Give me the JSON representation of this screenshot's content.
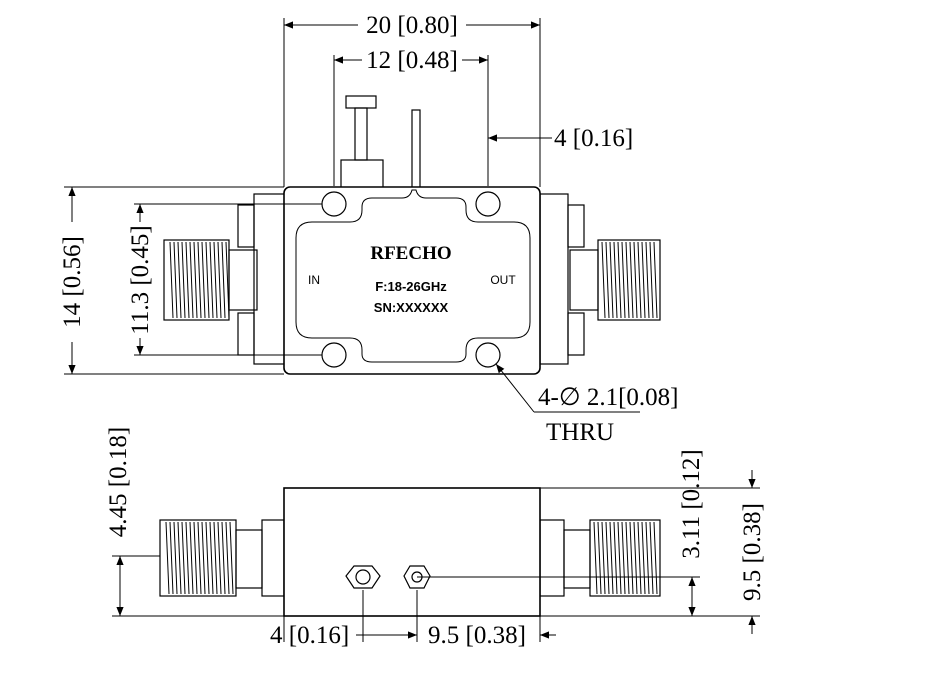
{
  "device": {
    "brand": "RFECHO",
    "frequency": "F:18-26GHz",
    "serial": "SN:XXXXXX",
    "port_in": "IN",
    "port_out": "OUT"
  },
  "dimensions": {
    "overall_length": "20 [0.80]",
    "hole_spacing_x": "12 [0.48]",
    "hole_edge_offset": "4 [0.16]",
    "overall_width": "14 [0.56]",
    "hole_spacing_y": "11.3 [0.45]",
    "hole_callout": "4-∅ 2.1[0.08]",
    "hole_callout_note": "THRU",
    "connector_height": "4.45 [0.18]",
    "pin_height": "3.11 [0.12]",
    "overall_height": "9.5 [0.38]",
    "bias_offset": "4 [0.16]",
    "bias_spacing": "9.5 [0.38]"
  }
}
